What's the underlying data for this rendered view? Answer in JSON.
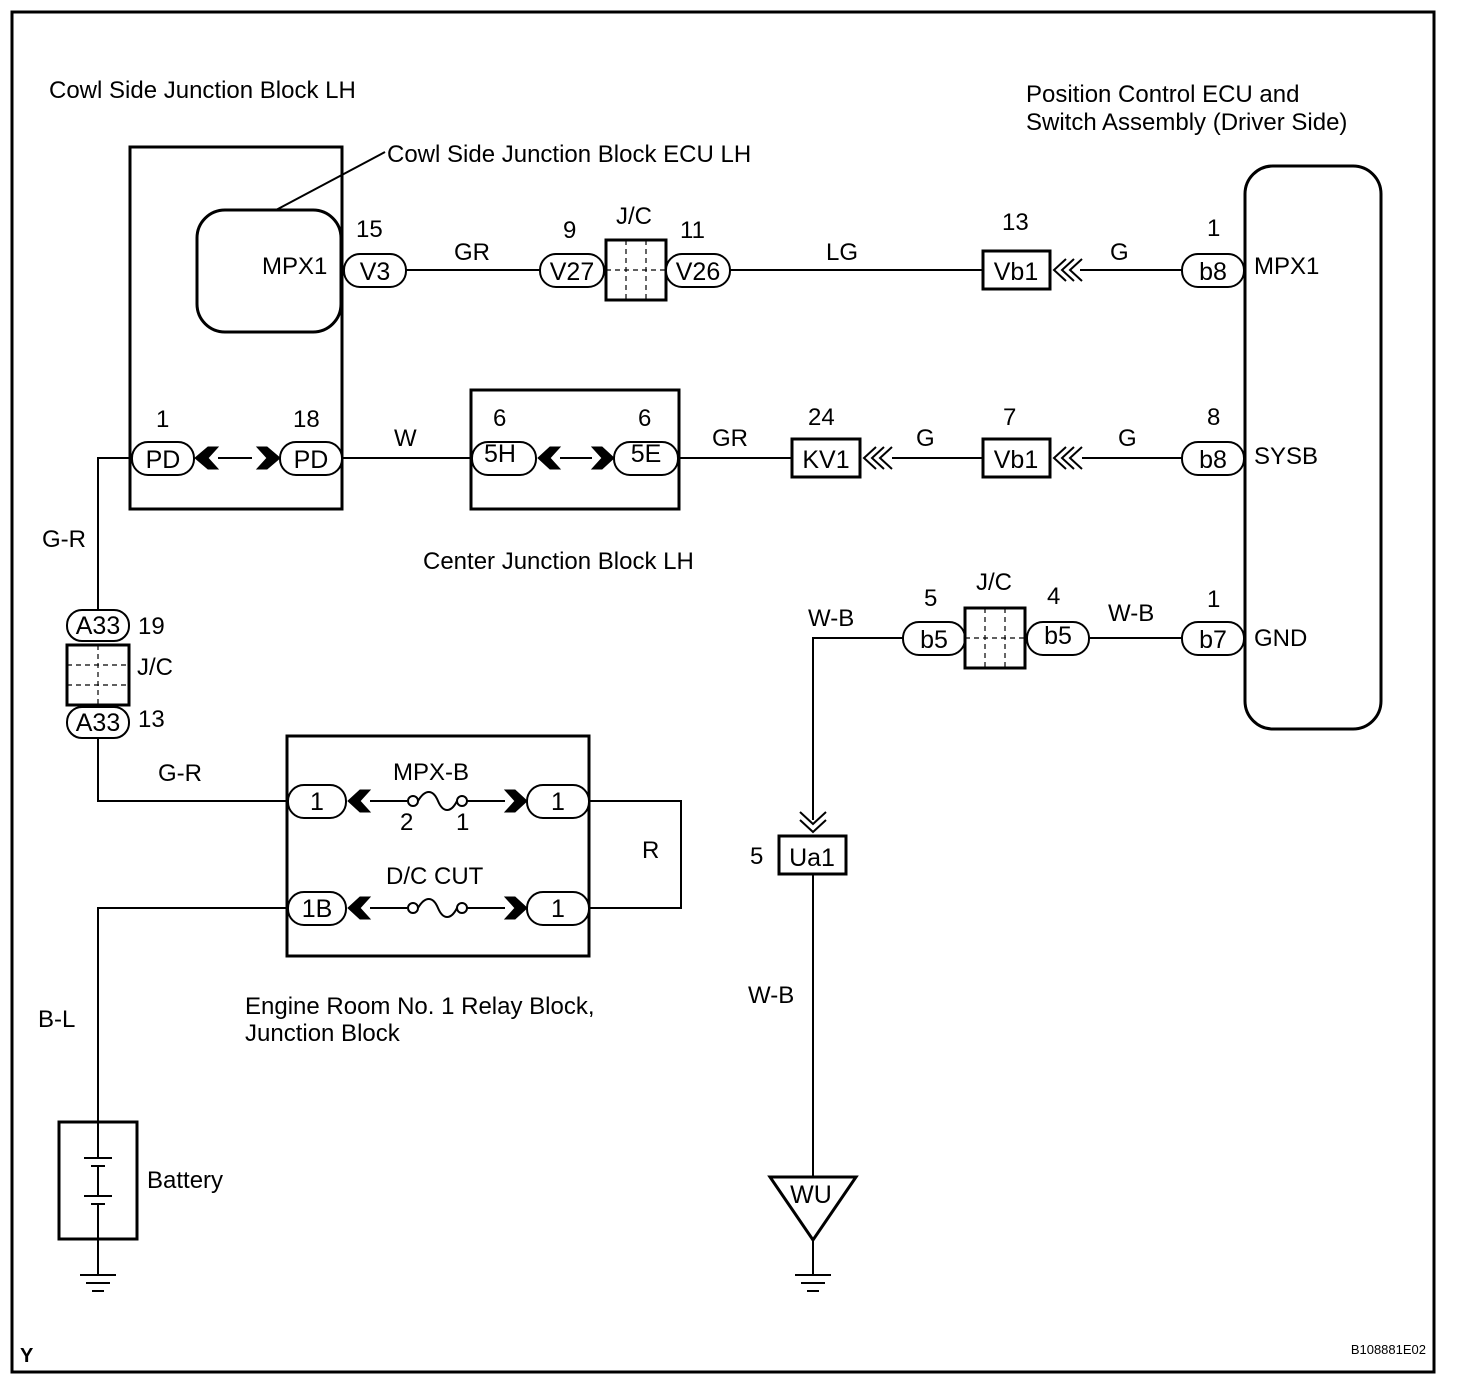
{
  "components": {
    "cowl_jb": "Cowl Side Junction Block LH",
    "cowl_ecu": "Cowl Side Junction Block ECU LH",
    "pos_ecu_l1": "Position Control ECU and",
    "pos_ecu_l2": "Switch Assembly (Driver Side)",
    "center_jb": "Center Junction Block LH",
    "engine_rb_l1": "Engine Room No. 1 Relay Block,",
    "engine_rb_l2": "Junction Block",
    "battery": "Battery",
    "ground_point": "WU"
  },
  "terminals": {
    "ecu_mpx1": "MPX1",
    "pos_mpx1": "MPX1",
    "pos_sysb": "SYSB",
    "pos_gnd": "GND"
  },
  "fuses": {
    "mpxb": "MPX-B",
    "dccut": "D/C CUT",
    "mpxb_pin_left": "2",
    "mpxb_pin_right": "1"
  },
  "connectors": {
    "v3": "V3",
    "v27": "V27",
    "v26": "V26",
    "vb1_top": "Vb1",
    "b8_top": "b8",
    "pd_left": "PD",
    "pd_right": "PD",
    "c5h": "5H",
    "c5e": "5E",
    "kv1": "KV1",
    "vb1_mid": "Vb1",
    "b8_mid": "b8",
    "b5_left": "b5",
    "b5_right": "b5",
    "b7": "b7",
    "a33_top": "A33",
    "a33_bot": "A33",
    "erb_1_left": "1",
    "erb_1_right": "1",
    "erb_1b": "1B",
    "erb_1_right2": "1",
    "ua1": "Ua1"
  },
  "jc_label": "J/C",
  "pins": {
    "v3": "15",
    "v27": "9",
    "v26": "11",
    "vb1_top": "13",
    "b8_top": "1",
    "pd_left": "1",
    "pd_right": "18",
    "c5h": "6",
    "c5e": "6",
    "kv1": "24",
    "vb1_mid": "7",
    "b8_mid": "8",
    "b5_left": "5",
    "b5_right": "4",
    "b7": "1",
    "a33_top": "19",
    "a33_bot": "13",
    "ua1": "5"
  },
  "wires": {
    "v3_v27": "GR",
    "v26_vb1": "LG",
    "vb1_b8": "G",
    "pd_5h": "W",
    "5e_kv1": "GR",
    "kv1_vb1": "G",
    "pd_a33": "G-R",
    "a33_erb": "G-R",
    "b5_ua1": "W-B",
    "b5_b7": "W-B",
    "ua1_wu": "W-B",
    "erb_loop": "R",
    "battery": "B-L"
  },
  "footer": {
    "sheet_id": "Y",
    "figure_id": "B108881E02"
  }
}
